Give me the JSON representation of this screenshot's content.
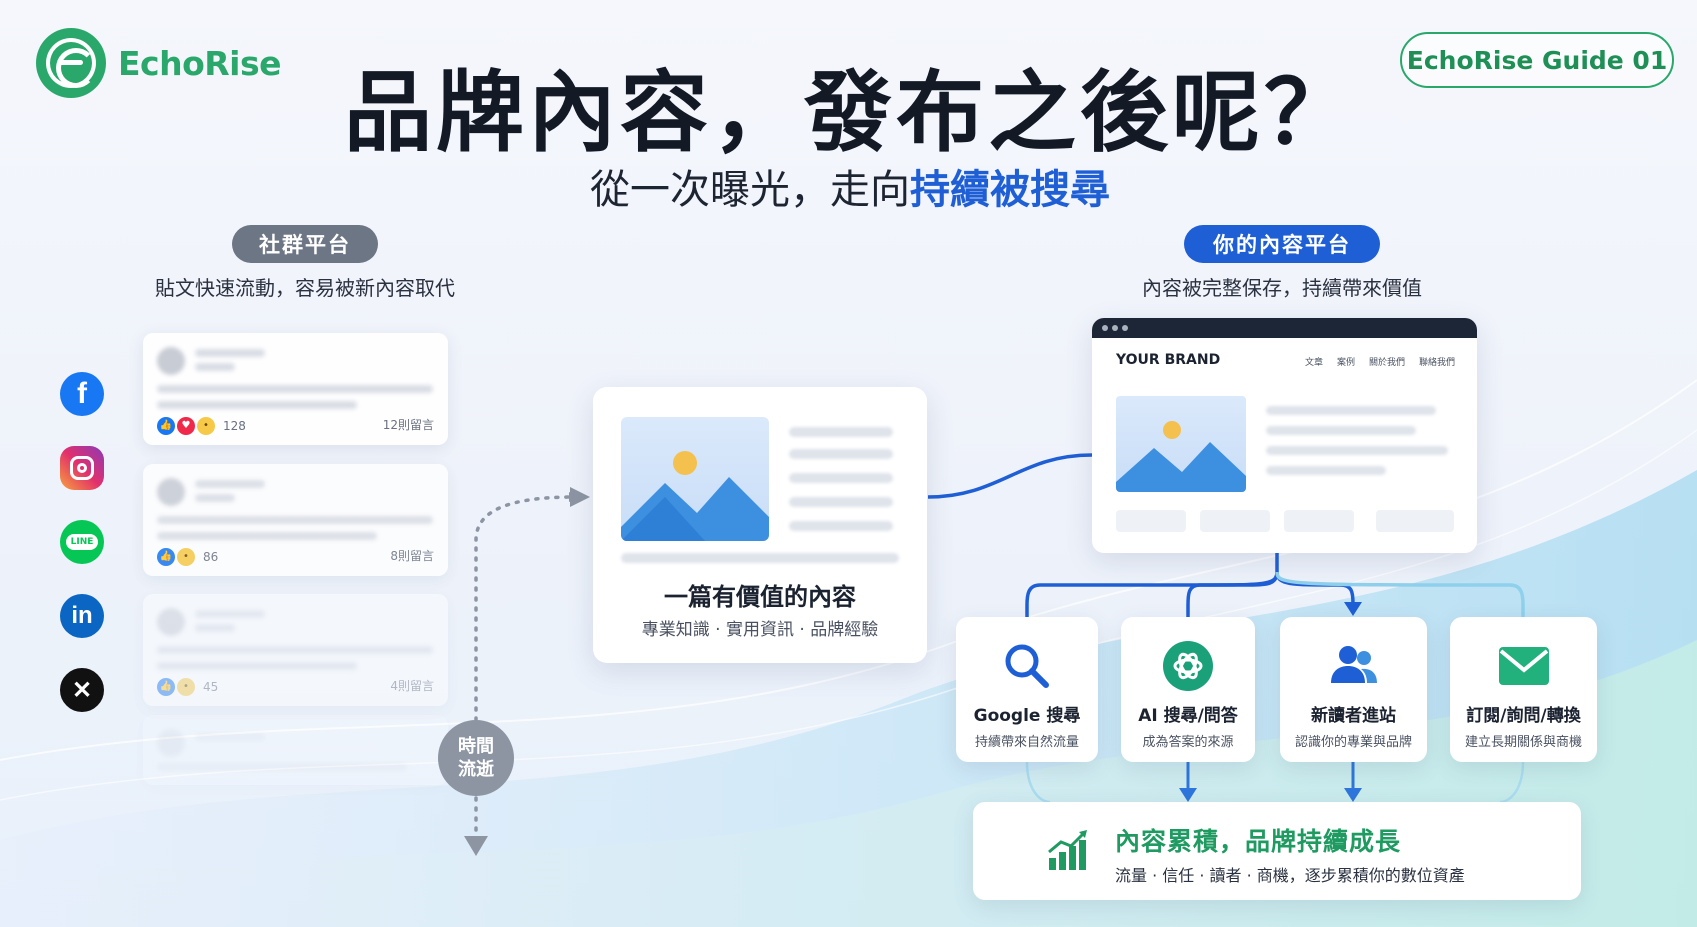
{
  "brand": {
    "name": "EchoRise"
  },
  "header": {
    "title": "品牌內容，發布之後呢？",
    "subtitle_prefix": "從一次曝光，走向",
    "subtitle_highlight": "持續被搜尋",
    "guide_badge": "EchoRise Guide 01"
  },
  "social": {
    "pill": "社群平台",
    "caption": "貼文快速流動，容易被新內容取代",
    "icons": [
      "facebook-icon",
      "instagram-icon",
      "line-icon",
      "linkedin-icon",
      "x-icon"
    ],
    "line_label": "LINE",
    "posts": [
      {
        "reactions": 128,
        "comments": "12則留言"
      },
      {
        "reactions": 86,
        "comments": "8則留言"
      },
      {
        "reactions": 45,
        "comments": "4則留言"
      }
    ],
    "time_label_1": "時間",
    "time_label_2": "流逝"
  },
  "content": {
    "title": "一篇有價值的內容",
    "subtitle": "專業知識 · 實用資訊 · 品牌經驗"
  },
  "platform": {
    "pill": "你的內容平台",
    "caption": "內容被完整保存，持續帶來價值",
    "browser": {
      "brand": "YOUR BRAND",
      "nav": [
        "文章",
        "案例",
        "關於我們",
        "聯絡我們"
      ]
    }
  },
  "channels": [
    {
      "title": "Google 搜尋",
      "subtitle": "持續帶來自然流量",
      "icon": "search-icon"
    },
    {
      "title": "AI 搜尋/問答",
      "subtitle": "成為答案的來源",
      "icon": "ai-icon"
    },
    {
      "title": "新讀者進站",
      "subtitle": "認識你的專業與品牌",
      "icon": "users-icon"
    },
    {
      "title": "訂閱/詢問/轉換",
      "subtitle": "建立長期關係與商機",
      "icon": "mail-icon"
    }
  ],
  "result": {
    "title": "內容累積，品牌持續成長",
    "subtitle": "流量 · 信任 · 讀者 · 商機，逐步累積你的數位資產"
  },
  "colors": {
    "green": "#2aa86b",
    "blue": "#1f5fd6",
    "gray": "#6d7685"
  }
}
